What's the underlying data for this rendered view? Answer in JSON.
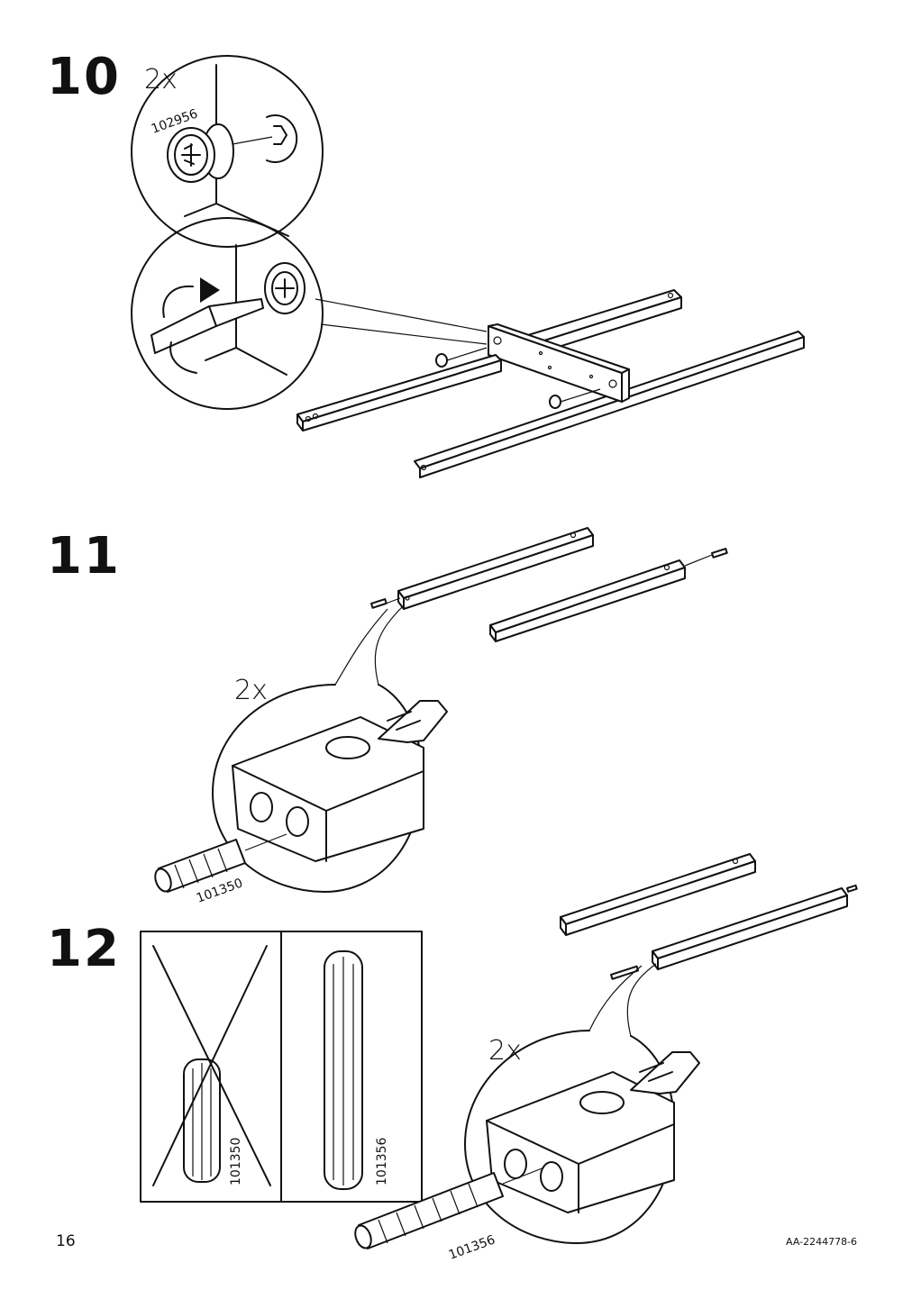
{
  "steps": [
    {
      "number": "10",
      "quantity": "2x",
      "part_number": "102956"
    },
    {
      "number": "11",
      "quantity": "2x",
      "part_number": "101350"
    },
    {
      "number": "12",
      "quantity": "2x",
      "part_number": "101356",
      "wrong_part": "101350",
      "right_part": "101356"
    }
  ],
  "footer": {
    "page_number": "16",
    "doc_code": "AA-2244778-6"
  }
}
